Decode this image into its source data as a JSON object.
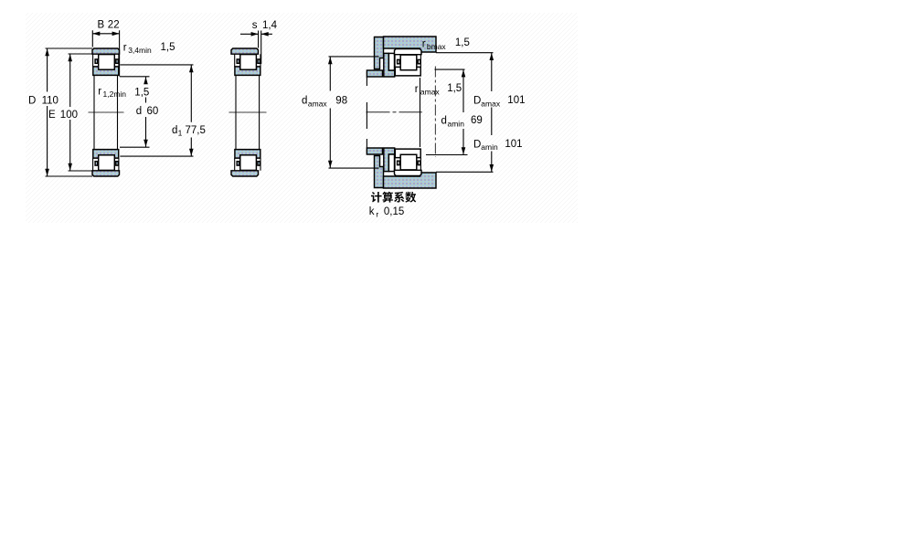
{
  "title": "Cylindrical roller bearing dimension drawing",
  "theme": {
    "background": "#ffffff",
    "line": "#000000",
    "steel_base": "#b2d4cf",
    "steel_dot": "#9b93d6",
    "bore_fill": "#f5f6f6",
    "hatch": "#f3f3f3",
    "text": "#000000"
  },
  "views": {
    "front": {
      "dims": {
        "B": {
          "label": "B",
          "value": "22"
        },
        "r34": {
          "label": "r",
          "sub": "3,4min",
          "value": "1,5"
        },
        "r12": {
          "label": "r",
          "sub": "1,2min",
          "value": "1,5"
        },
        "D": {
          "label": "D",
          "value": "110"
        },
        "E": {
          "label": "E",
          "value": "100"
        },
        "d": {
          "label": "d",
          "value": "60"
        },
        "d1": {
          "label": "d",
          "sub": "1",
          "value": "77,5"
        }
      }
    },
    "axial": {
      "dims": {
        "s": {
          "label": "s",
          "value": "1,4"
        }
      }
    },
    "mounted": {
      "dims": {
        "rb": {
          "label": "r",
          "sub": "bmax",
          "value": "1,5"
        },
        "ra": {
          "label": "r",
          "sub": "amax",
          "value": "1,5"
        },
        "damax": {
          "label": "d",
          "sub": "amax",
          "value": "98"
        },
        "damin": {
          "label": "d",
          "sub": "amin",
          "value": "69"
        },
        "Damax": {
          "label": "D",
          "sub": "amax",
          "value": "101"
        },
        "Damin": {
          "label": "D",
          "sub": "amin",
          "value": "101"
        }
      },
      "notes": {
        "heading": "计算系数",
        "heading_glyphs": [
          "M115 762 192 840Q220 818 252 792Q285 765 314 739Q343 713 361 691L280 604Q263 626 235 654Q208 682 176 710Q144 739 115 762ZM188 -85 161 32 188 71 408 226Q412 209 419 188Q425 167 433 147Q440 128 446 115Q370 60 323 25Q276 -10 249 -31Q222 -51 209 -64Q196 -76 188 -85ZM38 541H261V422H38ZM367 534H967V409H367ZM607 845H736V-90H607ZM188 -85Q184 -69 173 -48Q163 -27 151 -6Q139 14 129 27Q147 38 165 63Q184 87 184 120V541H306V30Q306 30 294 23Q282 15 265 2Q248 -11 230 -26Q212 -41 200 -56Q188 -72 188 -85Z",
          "M48 169H954V73H48ZM285 442V405H731V442ZM285 337V300H731V337ZM285 544V509H731V544ZM164 616H857V229H164ZM618 248H743V-88H618ZM170 784H486V690H170ZM568 784H951V690H568ZM175 858 286 827Q256 760 209 697Q163 634 117 592Q107 602 89 614Q71 627 53 639Q34 650 20 658Q67 694 109 748Q150 801 175 858ZM582 858 696 830Q670 764 628 704Q586 644 543 604Q531 613 512 624Q492 635 473 645Q453 655 438 661Q484 696 523 749Q561 802 582 858ZM211 711 309 744Q328 721 347 692Q366 662 374 640L270 603Q263 625 245 656Q228 686 211 711ZM651 712 747 752Q770 729 796 699Q822 669 836 646L734 601Q723 624 698 656Q674 687 651 712ZM287 249H408V152Q408 117 396 83Q384 48 354 17Q325 -14 272 -41Q219 -69 136 -90Q125 -71 103 -45Q81 -18 61 -2Q134 12 178 31Q223 49 246 70Q270 92 278 113Q287 135 287 155Z",
          "M242 216 364 173Q335 135 297 96Q260 57 220 23Q180 -11 143 -37Q131 -26 112 -11Q93 5 73 19Q53 34 38 43Q95 74 151 122Q206 169 242 216ZM619 158 717 221Q756 195 799 162Q842 129 881 95Q921 62 946 34L839 -37Q817 -10 780 25Q743 59 701 94Q658 129 619 158ZM444 294H566V41Q566 -2 554 -27Q543 -52 510 -67Q477 -80 434 -83Q392 -86 336 -86Q332 -60 319 -26Q305 8 292 31Q318 30 345 30Q371 29 393 29Q414 29 422 29Q435 30 439 33Q444 36 444 44ZM786 853 872 754Q793 735 701 721Q610 707 512 697Q413 688 314 682Q215 676 121 673Q119 696 110 726Q101 757 92 778Q184 782 280 788Q376 794 468 803Q560 813 641 825Q723 838 786 853ZM136 227Q134 238 128 257Q122 277 115 297Q108 318 102 333Q131 338 163 351Q196 364 243 388Q270 400 320 427Q370 454 433 493Q496 532 562 579Q628 626 688 677L775 599Q643 495 498 414Q353 334 211 275V272Q211 272 200 268Q188 264 174 257Q159 250 148 242Q136 234 136 227ZM136 227 133 310 202 348 806 388Q803 367 803 339Q803 311 804 294Q666 283 565 276Q465 268 394 262Q324 256 279 251Q234 246 207 243Q179 239 164 235Q148 232 136 227ZM180 444Q178 455 172 474Q166 492 159 512Q153 533 147 547Q164 549 182 559Q200 569 223 585Q235 592 258 609Q281 626 310 650Q338 674 368 703Q398 731 424 761L522 704Q460 644 389 589Q317 534 247 495V493Q247 493 237 488Q227 483 213 476Q200 468 190 460Q180 451 180 444ZM180 444 178 522 235 553 599 570Q594 549 591 523Q587 497 585 481Q463 474 388 469Q313 463 271 460Q230 456 211 452Q192 449 180 444ZM642 441 732 488Q770 454 808 412Q845 371 877 332Q909 292 929 260L835 202Q816 236 785 277Q753 319 716 362Q678 405 642 441Z",
          "M60 335H444V238H60ZM43 672H534V578H43ZM424 838 525 798Q500 764 477 732Q454 699 434 676L358 710Q369 728 381 751Q393 773 405 796Q416 819 424 838ZM233 851H344V399H233ZM67 797 153 833Q173 804 190 769Q207 735 213 708L123 669Q118 695 102 731Q86 767 67 797ZM236 634 314 587Q290 547 251 507Q213 467 170 432Q126 397 84 373Q74 393 56 419Q39 445 22 461Q63 478 104 505Q144 533 180 566Q215 600 236 634ZM329 609Q343 603 368 589Q392 575 421 558Q449 542 473 528Q496 514 506 506L443 423Q429 437 407 455Q385 474 360 494Q335 514 312 532Q289 550 272 562ZM604 665H959V554H604ZM612 847 722 831Q707 730 684 635Q661 540 628 458Q595 377 551 316Q543 326 527 341Q511 356 494 370Q478 384 465 392Q505 444 534 516Q563 588 582 673Q602 757 612 847ZM789 597 900 588Q879 417 835 287Q792 157 713 63Q635 -31 511 -94Q506 -82 495 -64Q484 -45 471 -26Q459 -8 449 3Q562 54 631 135Q700 217 738 332Q775 446 789 597ZM671 575Q692 451 731 341Q770 231 832 147Q894 62 982 13Q963 -2 940 -30Q917 -58 904 -81Q809 -20 744 74Q679 168 638 291Q597 413 572 557ZM80 147 150 216Q205 195 264 166Q322 137 375 107Q428 77 466 51L395 -27Q359 1 306 33Q253 65 194 95Q135 125 80 147ZM407 335H427L445 339L510 315Q479 202 417 122Q355 43 270 -8Q184 -59 80 -87Q72 -67 56 -40Q41 -12 26 3Q119 24 197 65Q274 106 329 170Q383 234 407 320ZM80 147Q103 180 128 222Q152 263 174 308Q196 353 211 393L317 374Q299 330 277 284Q254 238 231 197Q207 155 186 123Z"
        ],
        "kr": {
          "label": "k",
          "sub": "r",
          "value": "0,15"
        }
      }
    }
  }
}
